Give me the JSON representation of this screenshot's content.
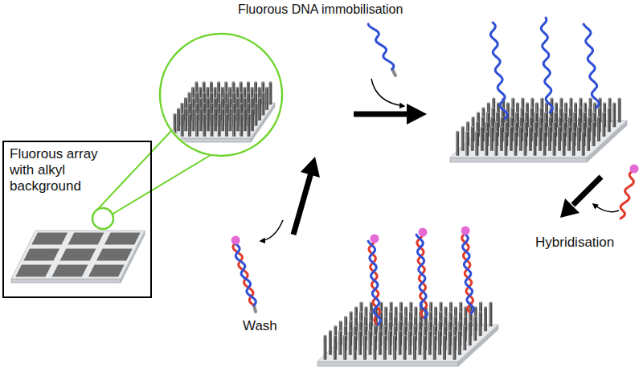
{
  "diagram": {
    "nodes": [
      {
        "text": [
          "Fluorous array with alkyl background"
        ]
      }
    ],
    "labels": [
      "Fluorous DNA immobilisation",
      "Hybridisation",
      "Wash"
    ]
  }
}
